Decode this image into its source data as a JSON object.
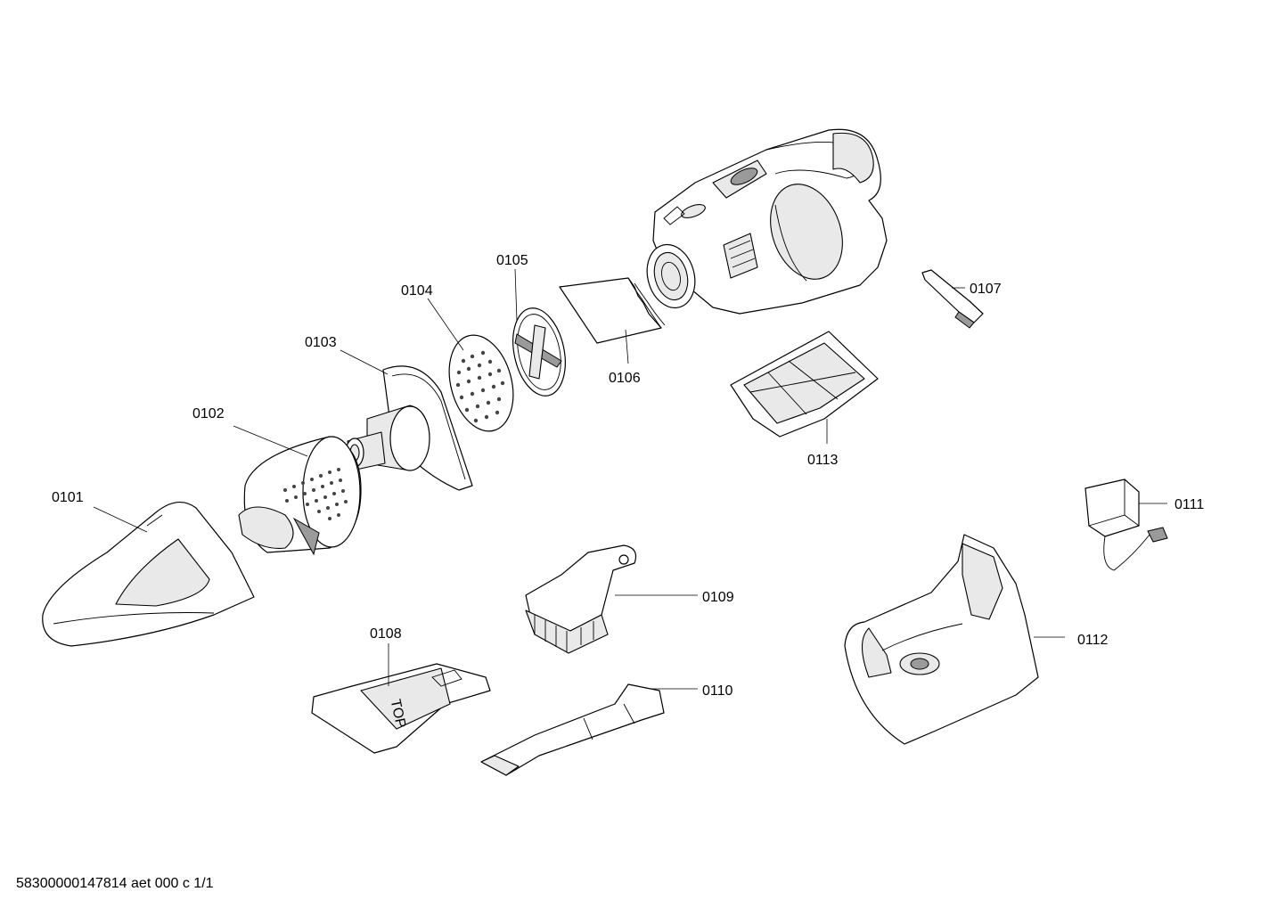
{
  "labels": {
    "p0101": "0101",
    "p0102": "0102",
    "p0103": "0103",
    "p0104": "0104",
    "p0105": "0105",
    "p0106": "0106",
    "p0107": "0107",
    "p0108": "0108",
    "p0109": "0109",
    "p0110": "0110",
    "p0111": "0111",
    "p0112": "0112",
    "p0113": "0113"
  },
  "embossed": {
    "top_text": "TOP"
  },
  "footer": "58300000147814 aet 000 c 1/1"
}
